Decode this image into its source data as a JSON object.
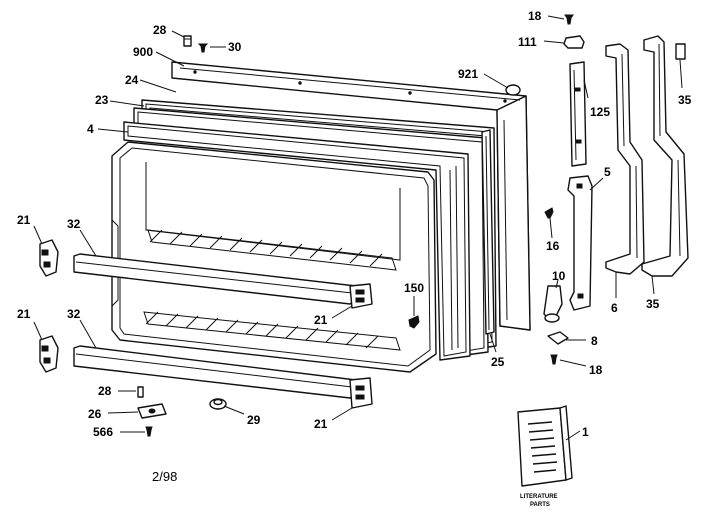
{
  "callouts": {
    "c28_top": "28",
    "c30": "30",
    "c900": "900",
    "c24": "24",
    "c23": "23",
    "c4": "4",
    "c921": "921",
    "c18_top": "18",
    "c111": "111",
    "c125": "125",
    "c35_top": "35",
    "c5": "5",
    "c16": "16",
    "c10": "10",
    "c6": "6",
    "c35_bottom": "35",
    "c8": "8",
    "c18_bottom": "18",
    "c150": "150",
    "c25": "25",
    "c21_upper_left": "21",
    "c32_upper": "32",
    "c21_upper_right": "21",
    "c21_lower_left": "21",
    "c32_lower": "32",
    "c21_lower_right": "21",
    "c28_bottom": "28",
    "c26": "26",
    "c566": "566",
    "c29": "29",
    "c1": "1"
  },
  "literature": {
    "label_line1": "LITERATURE",
    "label_line2": "PARTS"
  },
  "date_code": "2/98"
}
